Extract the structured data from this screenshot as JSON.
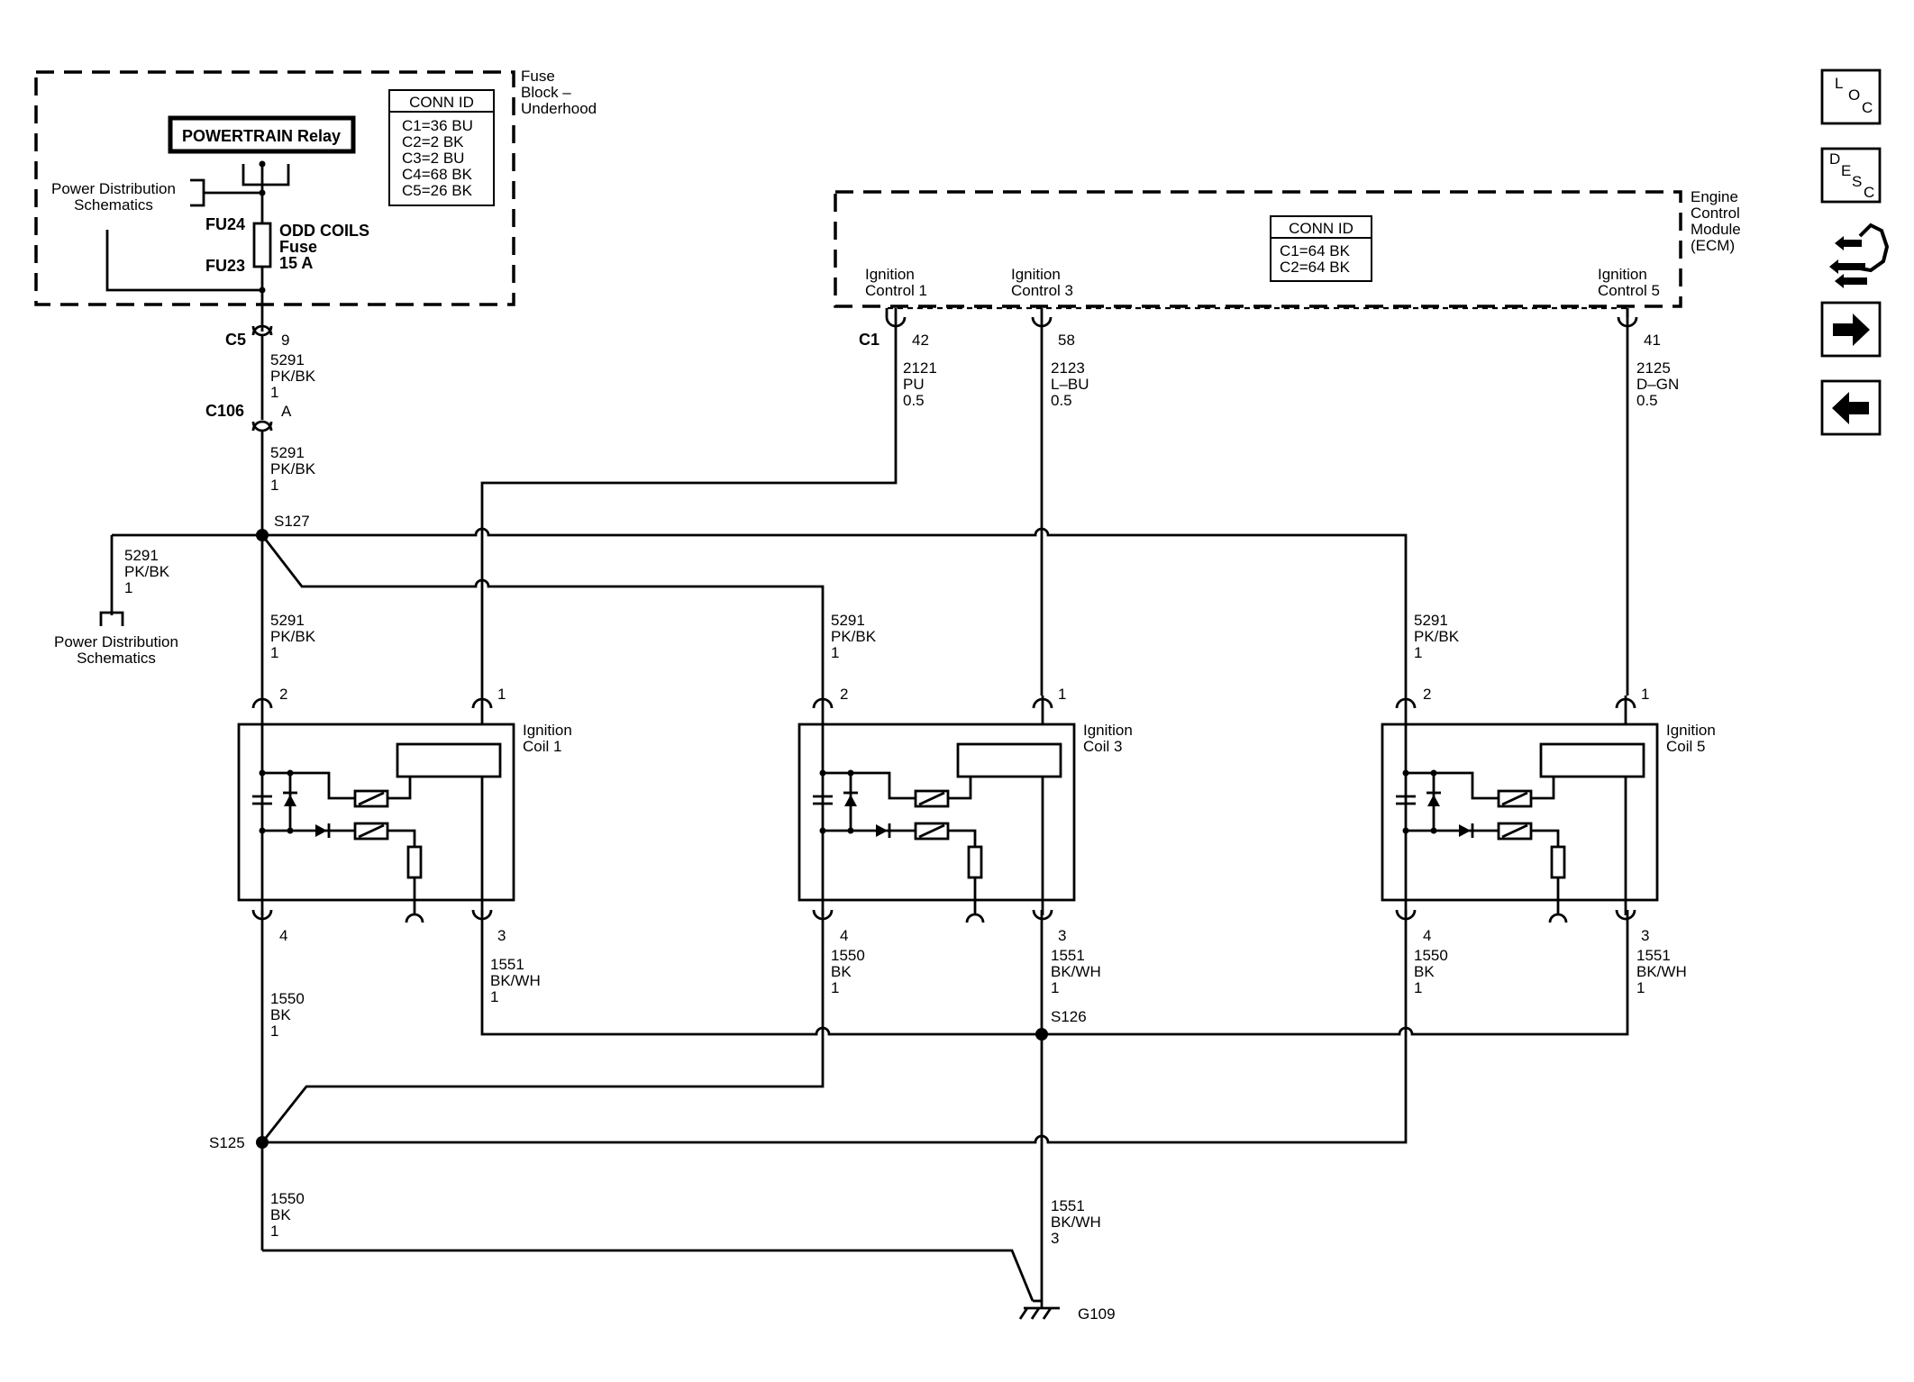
{
  "fuse_block": {
    "title_lines": [
      "Fuse",
      "Block –",
      "Underhood"
    ],
    "conn_id_title": "CONN ID",
    "conn_ids": [
      "C1=36 BU",
      "C2=2 BK",
      "C3=2 BU",
      "C4=68 BK",
      "C5=26 BK"
    ],
    "relay_label": "POWERTRAIN Relay",
    "power_dist_label": [
      "Power Distribution",
      "Schematics"
    ],
    "fu24": "FU24",
    "fu23": "FU23",
    "fuse_label": [
      "ODD COILS",
      "Fuse",
      "15 A"
    ]
  },
  "ecm": {
    "title_lines": [
      "Engine",
      "Control",
      "Module",
      "(ECM)"
    ],
    "conn_id_title": "CONN ID",
    "conn_ids": [
      "C1=64 BK",
      "C2=64 BK"
    ],
    "outputs": [
      {
        "name": [
          "Ignition",
          "Control 1"
        ],
        "pin": "42",
        "wire": [
          "2121",
          "PU",
          "0.5"
        ]
      },
      {
        "name": [
          "Ignition",
          "Control 3"
        ],
        "pin": "58",
        "wire": [
          "2123",
          "L–BU",
          "0.5"
        ]
      },
      {
        "name": [
          "Ignition",
          "Control 5"
        ],
        "pin": "41",
        "wire": [
          "2125",
          "D–GN",
          "0.5"
        ]
      }
    ],
    "connector": "C1"
  },
  "connectors": {
    "c5": "C5",
    "c5_pin": "9",
    "c106": "C106",
    "c106_pin": "A"
  },
  "feed_wire": [
    "5291",
    "PK/BK",
    "1"
  ],
  "splices": {
    "s127": "S127",
    "s126": "S126",
    "s125": "S125"
  },
  "power_dist_bottom": [
    "Power Distribution",
    "Schematics"
  ],
  "coils": [
    {
      "name": [
        "Ignition",
        "Coil 1"
      ],
      "pin_top_left": "2",
      "pin_top_right": "1",
      "pin_bot_left": "4",
      "pin_bot_right": "3",
      "feed_wire": [
        "5291",
        "PK/BK",
        "1"
      ],
      "bl_wire": [
        "1550",
        "BK",
        "1"
      ],
      "br_wire": [
        "1551",
        "BK/WH",
        "1"
      ]
    },
    {
      "name": [
        "Ignition",
        "Coil 3"
      ],
      "pin_top_left": "2",
      "pin_top_right": "1",
      "pin_bot_left": "4",
      "pin_bot_right": "3",
      "feed_wire": [
        "5291",
        "PK/BK",
        "1"
      ],
      "bl_wire": [
        "1550",
        "BK",
        "1"
      ],
      "br_wire": [
        "1551",
        "BK/WH",
        "1"
      ]
    },
    {
      "name": [
        "Ignition",
        "Coil 5"
      ],
      "pin_top_left": "2",
      "pin_top_right": "1",
      "pin_bot_left": "4",
      "pin_bot_right": "3",
      "feed_wire": [
        "5291",
        "PK/BK",
        "1"
      ],
      "bl_wire": [
        "1550",
        "BK",
        "1"
      ],
      "br_wire": [
        "1551",
        "BK/WH",
        "1"
      ]
    }
  ],
  "ground_wire_s125": [
    "1550",
    "BK",
    "1"
  ],
  "ground_wire_s126": [
    "1551",
    "BK/WH",
    "3"
  ],
  "ground": "G109",
  "nav": [
    {
      "icon": "loc-icon",
      "letters": [
        "L",
        "O",
        "C"
      ]
    },
    {
      "icon": "desc-icon",
      "letters": [
        "D",
        "E",
        "S",
        "C"
      ]
    },
    {
      "icon": "connector-view-icon"
    },
    {
      "icon": "next-arrow-icon"
    },
    {
      "icon": "back-arrow-icon"
    }
  ]
}
